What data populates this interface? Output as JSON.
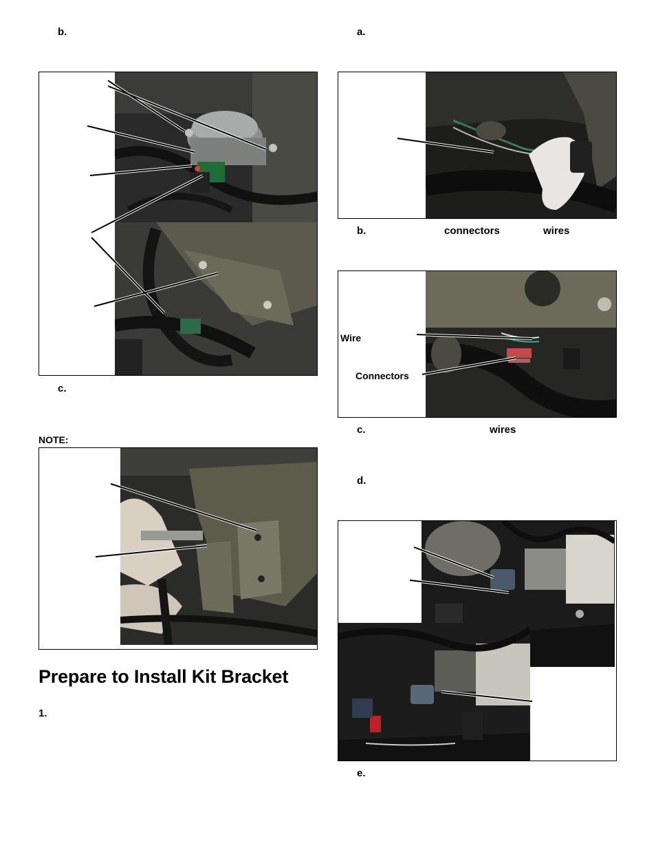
{
  "left_column": {
    "step_b_label": "b.",
    "step_c_label": "c.",
    "note_label": "NOTE:",
    "heading": "Prepare to Install Kit Bracket",
    "step_1_label": "1."
  },
  "right_column": {
    "step_a_label": "a.",
    "step_b_label": "b.",
    "step_b_word1": "connectors",
    "step_b_word2": "wires",
    "callout_wire": "Wire",
    "callout_connectors": "Connectors",
    "step_c_label": "c.",
    "step_c_word": "wires",
    "step_d_label": "d.",
    "step_e_label": "e."
  },
  "colors": {
    "text": "#000000",
    "frame_border": "#000000",
    "photo_dark": "#1c1c1c",
    "photo_metal": "#6b6a5a"
  }
}
